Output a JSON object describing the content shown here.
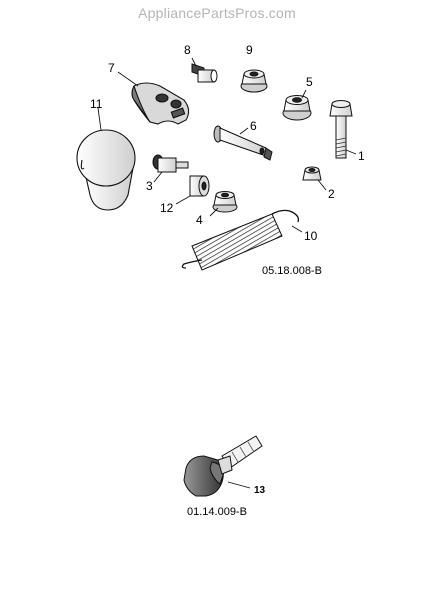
{
  "watermark": "AppliancePartsPros.com",
  "diagram_codes": [
    "05.18.008-B",
    "01.14.009-B"
  ],
  "parts": [
    {
      "num": "1",
      "shape": "long-bolt"
    },
    {
      "num": "2",
      "shape": "small-nut"
    },
    {
      "num": "3",
      "shape": "shoulder-bolt"
    },
    {
      "num": "4",
      "shape": "flange-nut"
    },
    {
      "num": "5",
      "shape": "flange-nut"
    },
    {
      "num": "6",
      "shape": "pin"
    },
    {
      "num": "7",
      "shape": "lever-bracket"
    },
    {
      "num": "8",
      "shape": "small-bolt"
    },
    {
      "num": "9",
      "shape": "flange-nut"
    },
    {
      "num": "10",
      "shape": "spring"
    },
    {
      "num": "11",
      "shape": "knob"
    },
    {
      "num": "12",
      "shape": "bushing"
    },
    {
      "num": "13",
      "shape": "grip"
    }
  ]
}
